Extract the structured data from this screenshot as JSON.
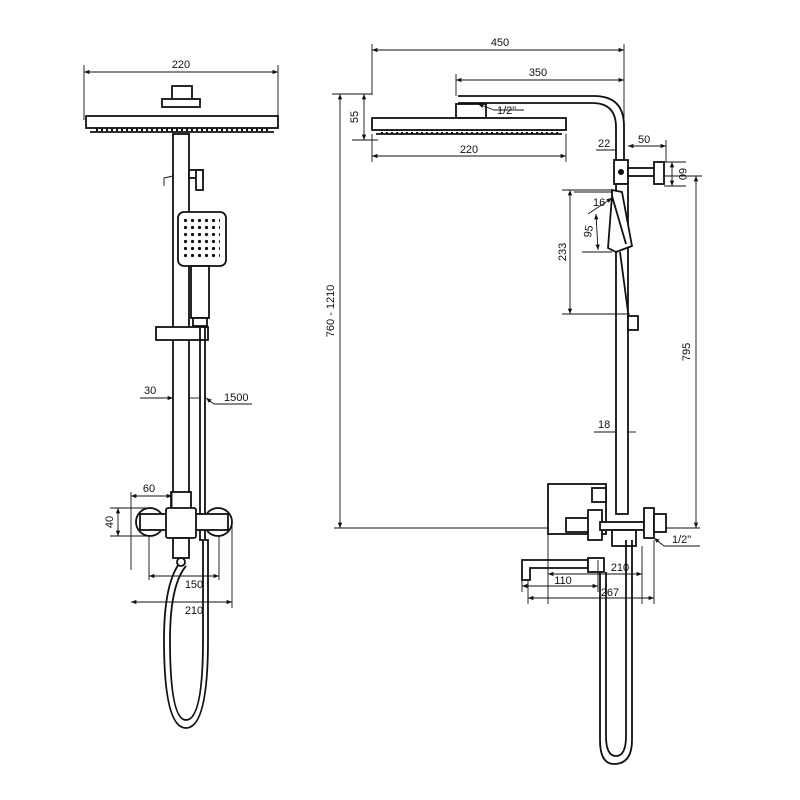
{
  "front_view": {
    "head_width": "220",
    "pipe_diameter": "30",
    "hose_length": "1500",
    "handle_width": "60",
    "valve_height": "40",
    "inlet_spacing": "150",
    "mixer_width": "210"
  },
  "side_view": {
    "total_width": "450",
    "arm_length": "350",
    "head_height": "55",
    "inlet_thread": "1/2\"",
    "head_width": "220",
    "bracket_offset": "22",
    "bracket_width": "50",
    "bracket_height": "60",
    "handset_angle": "16",
    "handset_width": "95",
    "holder_range": "233",
    "height_range": "760 - 1210",
    "column_height": "795",
    "pipe_offset": "18",
    "spout_length": "110",
    "mixer_depth": "210",
    "overall_depth": "267",
    "mixer_inlet_thread": "1/2\""
  }
}
